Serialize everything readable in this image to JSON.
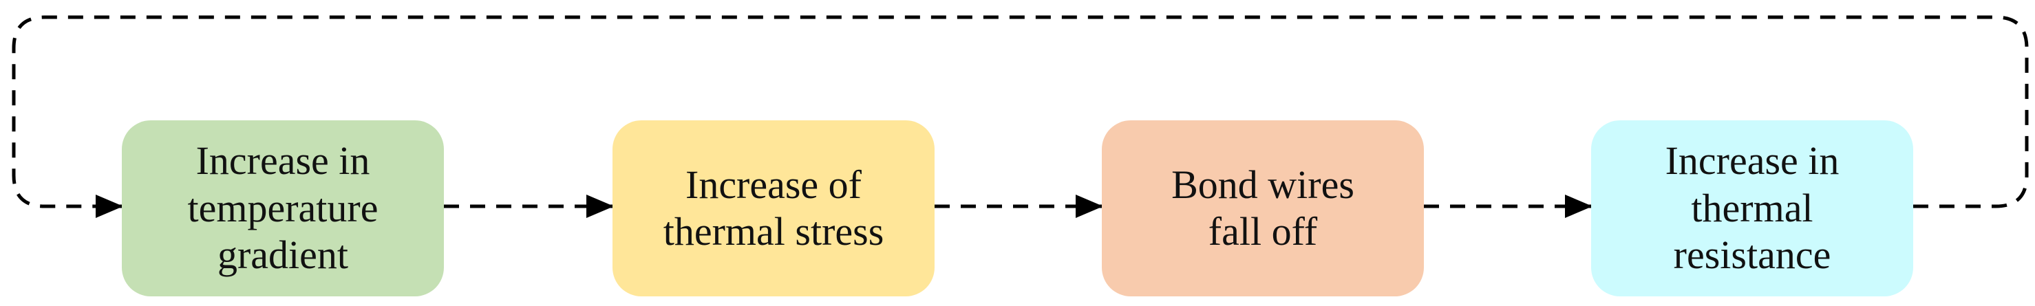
{
  "nodes": [
    {
      "label": "Increase in\ntemperature\ngradient",
      "color": "#c5e0b4"
    },
    {
      "label": "Increase of\nthermal stress",
      "color": "#ffe699"
    },
    {
      "label": "Bond wires\nfall off",
      "color": "#f8cbad"
    },
    {
      "label": "Increase in\nthermal\nresistance",
      "color": "#ccfbfe"
    }
  ],
  "connector_style": "dashed",
  "feedback_loop": "from last step back to first step"
}
